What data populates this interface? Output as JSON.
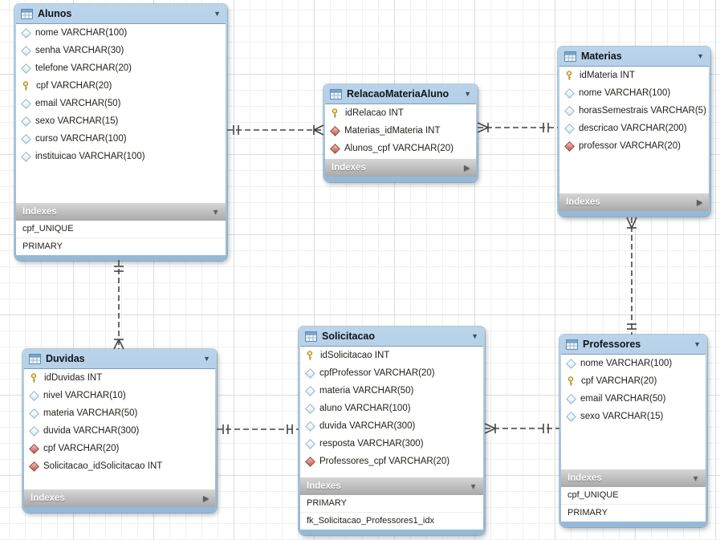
{
  "diagram": {
    "indexes_label": "Indexes",
    "colors": {
      "header_blue": "#a9c7e1",
      "indexes_gray": "#bdbdbd",
      "key_yellow": "#ffd95e",
      "fk_red": "#bf564d",
      "nullable_diamond": "#cfe7f3",
      "connector": "#444444",
      "grid_minor": "#f0f0f0",
      "grid_major": "#dcdcdc"
    },
    "icons": {
      "table": "table-icon",
      "key": "key-icon",
      "nullable": "diamond-outline-icon",
      "foreign_key": "diamond-filled-icon",
      "expanded": "triangle-down-icon",
      "collapsed": "triangle-right-icon"
    },
    "tables": [
      {
        "name": "Alunos",
        "columns": [
          {
            "label": "nome VARCHAR(100)",
            "icon": "diamond-outline-icon"
          },
          {
            "label": "senha VARCHAR(30)",
            "icon": "diamond-outline-icon"
          },
          {
            "label": "telefone VARCHAR(20)",
            "icon": "diamond-outline-icon"
          },
          {
            "label": "cpf VARCHAR(20)",
            "icon": "key-icon"
          },
          {
            "label": "email VARCHAR(50)",
            "icon": "diamond-outline-icon"
          },
          {
            "label": "sexo VARCHAR(15)",
            "icon": "diamond-outline-icon"
          },
          {
            "label": "curso VARCHAR(100)",
            "icon": "diamond-outline-icon"
          },
          {
            "label": "instituicao VARCHAR(100)",
            "icon": "diamond-outline-icon"
          }
        ],
        "indexes_expanded": true,
        "indexes": [
          "cpf_UNIQUE",
          "PRIMARY"
        ]
      },
      {
        "name": "RelacaoMateriaAluno",
        "columns": [
          {
            "label": "idRelacao INT",
            "icon": "key-icon"
          },
          {
            "label": "Materias_idMateria INT",
            "icon": "diamond-filled-icon"
          },
          {
            "label": "Alunos_cpf VARCHAR(20)",
            "icon": "diamond-filled-icon"
          }
        ],
        "indexes_expanded": false,
        "indexes": []
      },
      {
        "name": "Materias",
        "columns": [
          {
            "label": "idMateria INT",
            "icon": "key-icon"
          },
          {
            "label": "nome VARCHAR(100)",
            "icon": "diamond-outline-icon"
          },
          {
            "label": "horasSemestrais VARCHAR(5)",
            "icon": "diamond-outline-icon"
          },
          {
            "label": "descricao VARCHAR(200)",
            "icon": "diamond-outline-icon"
          },
          {
            "label": "professor VARCHAR(20)",
            "icon": "diamond-filled-icon"
          }
        ],
        "indexes_expanded": false,
        "indexes": []
      },
      {
        "name": "Duvidas",
        "columns": [
          {
            "label": "idDuvidas INT",
            "icon": "key-icon"
          },
          {
            "label": "nivel VARCHAR(10)",
            "icon": "diamond-outline-icon"
          },
          {
            "label": "materia VARCHAR(50)",
            "icon": "diamond-outline-icon"
          },
          {
            "label": "duvida VARCHAR(300)",
            "icon": "diamond-outline-icon"
          },
          {
            "label": "cpf VARCHAR(20)",
            "icon": "diamond-filled-icon"
          },
          {
            "label": "Solicitacao_idSolicitacao INT",
            "icon": "diamond-filled-icon"
          }
        ],
        "indexes_expanded": false,
        "indexes": []
      },
      {
        "name": "Solicitacao",
        "columns": [
          {
            "label": "idSolicitacao INT",
            "icon": "key-icon"
          },
          {
            "label": "cpfProfessor VARCHAR(20)",
            "icon": "diamond-outline-icon"
          },
          {
            "label": "materia VARCHAR(50)",
            "icon": "diamond-outline-icon"
          },
          {
            "label": "aluno VARCHAR(100)",
            "icon": "diamond-outline-icon"
          },
          {
            "label": "duvida VARCHAR(300)",
            "icon": "diamond-outline-icon"
          },
          {
            "label": "resposta VARCHAR(300)",
            "icon": "diamond-outline-icon"
          },
          {
            "label": "Professores_cpf VARCHAR(20)",
            "icon": "diamond-filled-icon"
          }
        ],
        "indexes_expanded": true,
        "indexes": [
          "PRIMARY",
          "fk_Solicitacao_Professores1_idx"
        ]
      },
      {
        "name": "Professores",
        "columns": [
          {
            "label": "nome VARCHAR(100)",
            "icon": "diamond-outline-icon"
          },
          {
            "label": "cpf VARCHAR(20)",
            "icon": "key-icon"
          },
          {
            "label": "email VARCHAR(50)",
            "icon": "diamond-outline-icon"
          },
          {
            "label": "sexo VARCHAR(15)",
            "icon": "diamond-outline-icon"
          }
        ],
        "indexes_expanded": true,
        "indexes": [
          "cpf_UNIQUE",
          "PRIMARY"
        ]
      }
    ],
    "connections": [
      {
        "from": "Alunos",
        "to": "RelacaoMateriaAluno",
        "from_cardinality": "one",
        "to_cardinality": "many",
        "line": "dashed"
      },
      {
        "from": "Materias",
        "to": "RelacaoMateriaAluno",
        "from_cardinality": "one",
        "to_cardinality": "many",
        "line": "dashed"
      },
      {
        "from": "Alunos",
        "to": "Duvidas",
        "from_cardinality": "one",
        "to_cardinality": "many",
        "line": "dashed"
      },
      {
        "from": "Professores",
        "to": "Materias",
        "from_cardinality": "one",
        "to_cardinality": "many",
        "line": "dashed"
      },
      {
        "from": "Duvidas",
        "to": "Solicitacao",
        "from_cardinality": "one",
        "to_cardinality": "one",
        "line": "dashed"
      },
      {
        "from": "Professores",
        "to": "Solicitacao",
        "from_cardinality": "one",
        "to_cardinality": "many",
        "line": "dashed"
      }
    ]
  }
}
